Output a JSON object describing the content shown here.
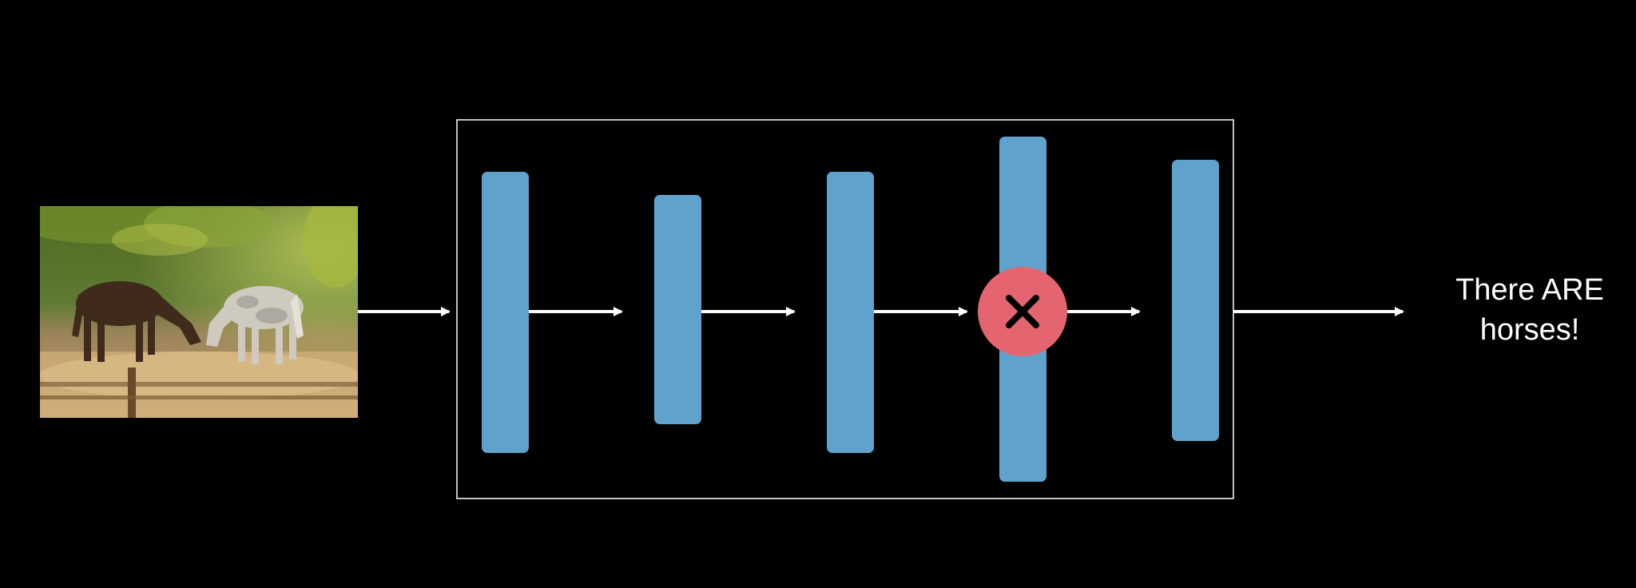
{
  "input_image": {
    "subject": "two horses grazing",
    "icon": "photo-of-horses"
  },
  "network": {
    "layers": [
      {
        "dropped": false
      },
      {
        "dropped": false
      },
      {
        "dropped": false
      },
      {
        "dropped": true
      },
      {
        "dropped": false
      }
    ]
  },
  "output": {
    "line1": "There ARE",
    "line2": "horses!"
  },
  "colors": {
    "background": "#000000",
    "layer": "#5fa3cc",
    "drop_marker": "#e4656f",
    "arrow": "#ffffff",
    "frame": "#ffffff"
  }
}
